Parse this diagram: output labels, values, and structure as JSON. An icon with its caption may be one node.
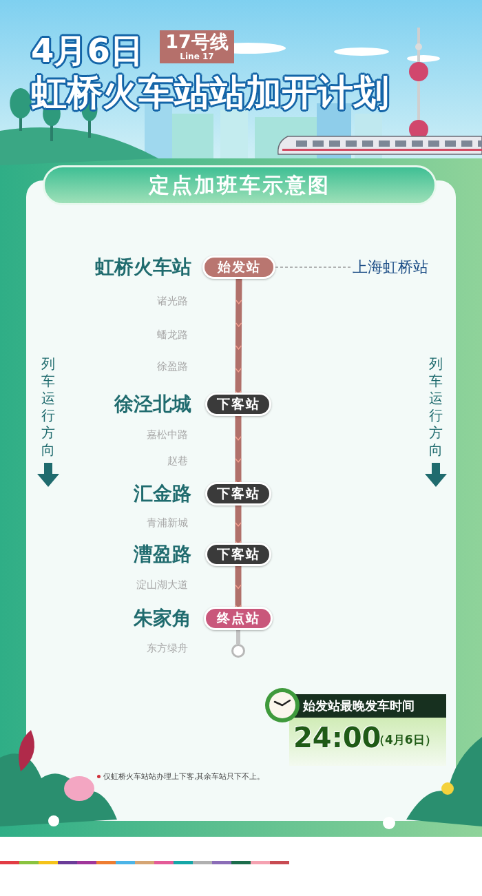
{
  "diagram": {
    "title": "虹桥火车站站加开计划",
    "nodes": [
      {
        "text": [
          "17号线",
          "Line 17"
        ]
      },
      {
        "text": [
          "定点加班车示意图"
        ]
      },
      {
        "text": [
          "始发站"
        ],
        "beside": [
          "虹桥火车站"
        ]
      },
      {
        "text": [
          "上海虹桥站"
        ]
      },
      {
        "text": [
          "下客站"
        ],
        "beside": [
          "徐泾北城"
        ]
      },
      {
        "text": [
          "下客站"
        ],
        "beside": [
          "汇金路"
        ]
      },
      {
        "text": [
          "下客站"
        ],
        "beside": [
          "漕盈路"
        ]
      },
      {
        "text": [
          "终点站"
        ],
        "beside": [
          "朱家角"
        ]
      },
      {
        "text": [],
        "shape": "circle"
      },
      {
        "text": [
          "始发站最晚发车时间",
          "24:00",
          "（4月6日）"
        ]
      }
    ],
    "edges": [
      {
        "from": 2,
        "to": 3,
        "arrow": "none",
        "style": "dashed",
        "color": "#9a9a9a"
      },
      {
        "from": 2,
        "to": 4,
        "arrow": "to"
      },
      {
        "from": 4,
        "to": 5,
        "arrow": "to"
      },
      {
        "from": 5,
        "to": 6,
        "arrow": "to"
      },
      {
        "from": 6,
        "to": 7,
        "arrow": "to"
      },
      {
        "from": 7,
        "to": 8,
        "arrow": "none",
        "color": "#c4c4c4"
      }
    ],
    "labels": [
      "4月6日",
      "诸光路",
      "蟠龙路",
      "徐盈路",
      "列车运行方向",
      "列车运行方向",
      "嘉松中路",
      "赵巷",
      "青浦新城",
      "淀山湖大道",
      "东方绿舟",
      "仅虹桥火车站站办理上下客,其余车站只下不上。"
    ]
  }
}
